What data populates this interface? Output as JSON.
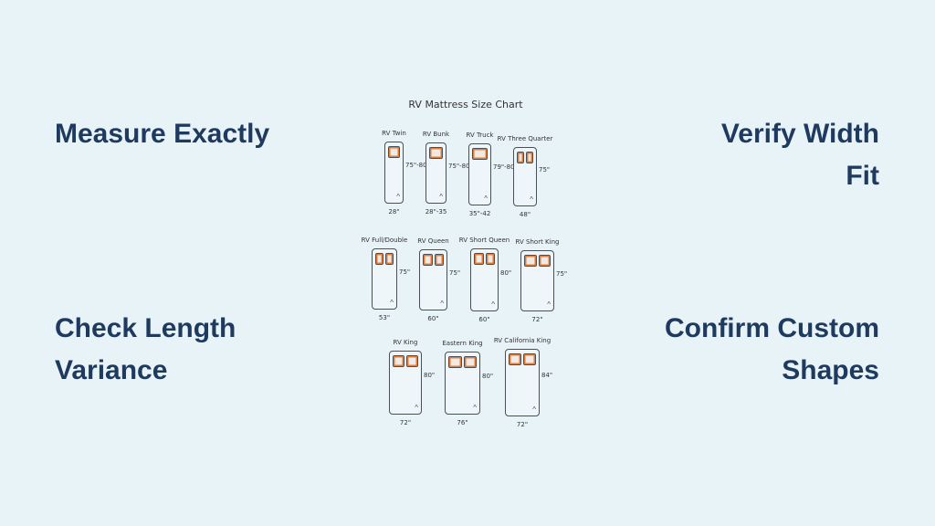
{
  "tips": {
    "measure": "Measure Exactly",
    "verify_line1": "Verify Width",
    "verify_line2": "Fit",
    "check_line1": "Check Length",
    "check_line2": "Variance",
    "confirm_line1": "Confirm Custom",
    "confirm_line2": "Shapes"
  },
  "chart": {
    "title": "RV Mattress Size Chart",
    "mattresses": [
      {
        "name": "RV Twin",
        "length": "75\"-80",
        "width": "28\"",
        "pillows": 1
      },
      {
        "name": "RV Bunk",
        "length": "75\"-80",
        "width": "28\"-35",
        "pillows": 1
      },
      {
        "name": "RV Truck",
        "length": "79\"-80",
        "width": "35\"-42",
        "pillows": 1
      },
      {
        "name": "RV Three Quarter",
        "length": "75\"",
        "width": "48\"",
        "pillows": 2
      },
      {
        "name": "RV Full/Double",
        "length": "75\"",
        "width": "53\"",
        "pillows": 2
      },
      {
        "name": "RV Queen",
        "length": "75\"",
        "width": "60\"",
        "pillows": 2
      },
      {
        "name": "RV Short Queen",
        "length": "80\"",
        "width": "60\"",
        "pillows": 2
      },
      {
        "name": "RV Short King",
        "length": "75\"",
        "width": "72\"",
        "pillows": 2
      },
      {
        "name": "RV King",
        "length": "80\"",
        "width": "72\"",
        "pillows": 2
      },
      {
        "name": "Eastern King",
        "length": "80\"",
        "width": "76\"",
        "pillows": 2
      },
      {
        "name": "RV California King",
        "length": "84\"",
        "width": "72\"",
        "pillows": 2
      }
    ]
  }
}
